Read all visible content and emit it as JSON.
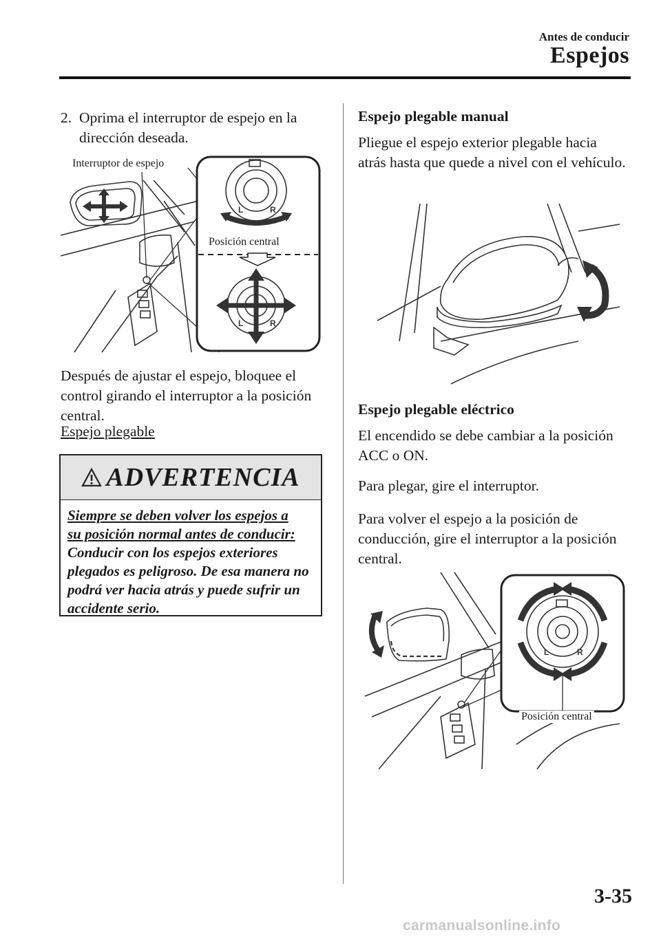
{
  "header": {
    "section": "Antes de conducir",
    "title": "Espejos"
  },
  "left_column": {
    "step_number": "2.",
    "step_text": "Oprima el interruptor de espejo en la dirección deseada.",
    "figure1": {
      "label_switch": "Interruptor de espejo",
      "label_center": "Posición central"
    },
    "after_text": "Después de ajustar el espejo, bloquee el control girando el interruptor a la posición central.",
    "subheading": "Espejo plegable",
    "warning": {
      "title": "ADVERTENCIA",
      "line1": "Siempre se deben volver los espejos a",
      "line2": "su posición normal antes de conducir:",
      "rest": "Conducir con los espejos exteriores plegados es peligroso. De esa manera no podrá ver hacia atrás y puede sufrir un accidente serio."
    }
  },
  "right_column": {
    "manual": {
      "heading": "Espejo plegable manual",
      "text": "Pliegue el espejo exterior plegable hacia atrás hasta que quede a nivel con el vehículo."
    },
    "electric": {
      "heading": "Espejo plegable eléctrico",
      "p1": "El encendido se debe cambiar a la posición ACC o ON.",
      "p2": "Para plegar, gire el interruptor.",
      "p3": "Para volver el espejo a la posición de conducción, gire el interruptor a la posición central.",
      "figure_label": "Posición central"
    }
  },
  "page_number": "3-35",
  "watermark": "carmanualsonline.info"
}
